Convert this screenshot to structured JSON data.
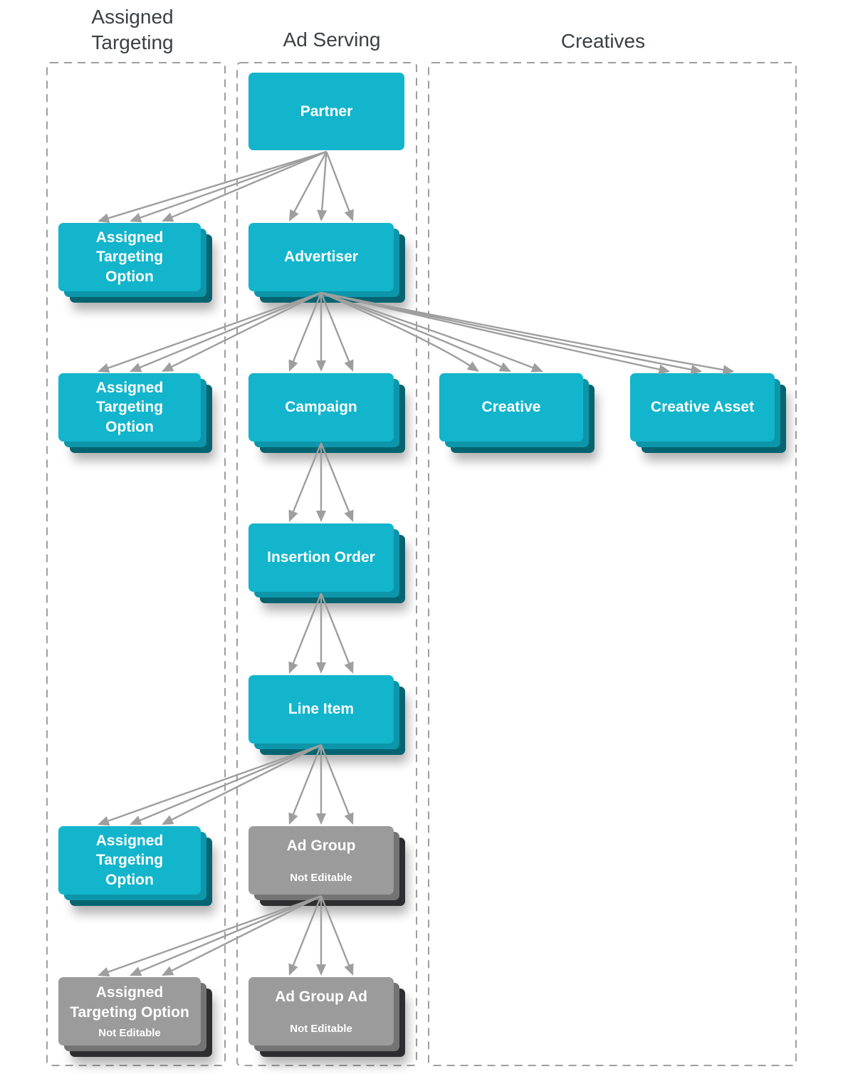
{
  "diagram": {
    "columns": [
      {
        "id": "assigned-targeting",
        "header_lines": [
          "Assigned",
          "Targeting"
        ]
      },
      {
        "id": "ad-serving",
        "header": "Ad Serving"
      },
      {
        "id": "creatives",
        "header": "Creatives"
      }
    ],
    "nodes": {
      "partner": {
        "label": "Partner"
      },
      "advertiser": {
        "label": "Advertiser"
      },
      "campaign": {
        "label": "Campaign"
      },
      "insertion_order": {
        "label": "Insertion Order"
      },
      "line_item": {
        "label": "Line Item"
      },
      "ad_group": {
        "label": "Ad Group",
        "sublabel": "Not Editable"
      },
      "ad_group_ad": {
        "label": "Ad Group Ad",
        "sublabel": "Not Editable"
      },
      "creative": {
        "label": "Creative"
      },
      "creative_asset": {
        "label": "Creative Asset"
      },
      "assigned_targeting_option_partner": {
        "label_lines": [
          "Assigned",
          "Targeting",
          "Option"
        ]
      },
      "assigned_targeting_option_advertiser": {
        "label_lines": [
          "Assigned",
          "Targeting",
          "Option"
        ]
      },
      "assigned_targeting_option_line_item": {
        "label_lines": [
          "Assigned",
          "Targeting",
          "Option"
        ]
      },
      "assigned_targeting_option_ad_group": {
        "label_lines": [
          "Assigned",
          "Targeting Option"
        ],
        "sublabel": "Not Editable"
      }
    },
    "edges": [
      {
        "from": "partner",
        "to": "assigned_targeting_option_partner"
      },
      {
        "from": "partner",
        "to": "advertiser"
      },
      {
        "from": "advertiser",
        "to": "assigned_targeting_option_advertiser"
      },
      {
        "from": "advertiser",
        "to": "campaign"
      },
      {
        "from": "advertiser",
        "to": "creative"
      },
      {
        "from": "advertiser",
        "to": "creative_asset"
      },
      {
        "from": "campaign",
        "to": "insertion_order"
      },
      {
        "from": "insertion_order",
        "to": "line_item"
      },
      {
        "from": "line_item",
        "to": "assigned_targeting_option_line_item"
      },
      {
        "from": "line_item",
        "to": "ad_group"
      },
      {
        "from": "ad_group",
        "to": "assigned_targeting_option_ad_group"
      },
      {
        "from": "ad_group",
        "to": "ad_group_ad"
      }
    ],
    "arrows_per_edge": 3,
    "colors": {
      "editable_face": "#12b5cb",
      "editable_layer2": "#0d95a9",
      "editable_layer3": "#066470",
      "not_editable_face": "#9b9b9b",
      "not_editable_layer2": "#747474",
      "not_editable_layer3": "#2e2e30",
      "arrow": "#9e9e9e",
      "column_border": "#9e9e9e",
      "header_text": "#3c4043",
      "node_text": "#ffffff"
    }
  }
}
